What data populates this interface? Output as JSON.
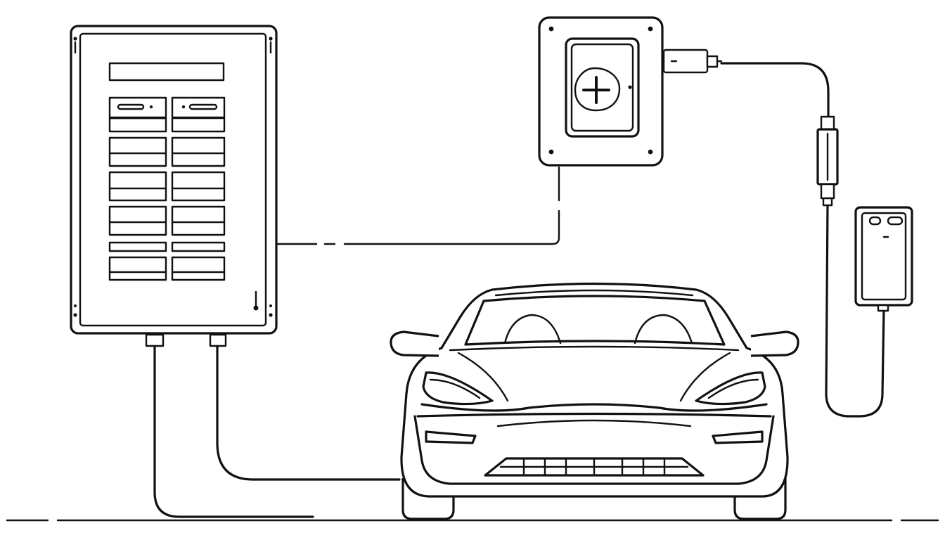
{
  "diagram": {
    "components": [
      {
        "id": "electrical-panel",
        "label": ""
      },
      {
        "id": "junction-box",
        "label": ""
      },
      {
        "id": "charging-station-controller",
        "label": ""
      },
      {
        "id": "electric-car",
        "label": ""
      }
    ],
    "connections": [
      {
        "from": "electrical-panel",
        "to": "junction-box",
        "style": "dashed"
      },
      {
        "from": "junction-box",
        "to": "charging-station-controller",
        "style": "solid"
      },
      {
        "from": "electrical-panel",
        "to": "electric-car",
        "style": "solid"
      }
    ],
    "colors": {
      "stroke": "#111111",
      "background": "#ffffff"
    }
  }
}
